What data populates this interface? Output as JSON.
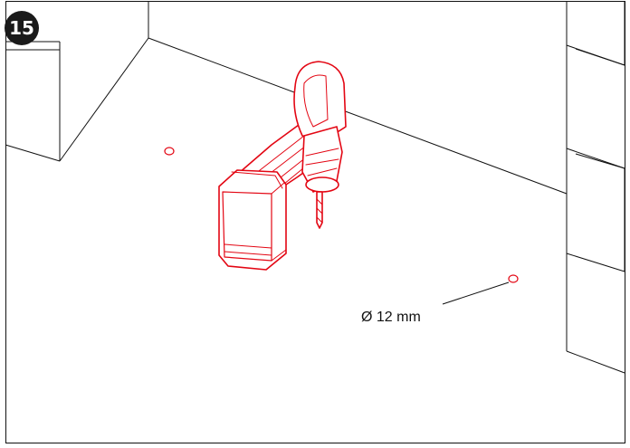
{
  "step": {
    "number": "15"
  },
  "annotation": {
    "hole_diameter": "Ø 12 mm"
  },
  "colors": {
    "tool": "#e30613",
    "line": "#111111",
    "background": "#ffffff"
  },
  "icons": {
    "tool": "drill-icon",
    "hole": "drill-hole-marker"
  }
}
